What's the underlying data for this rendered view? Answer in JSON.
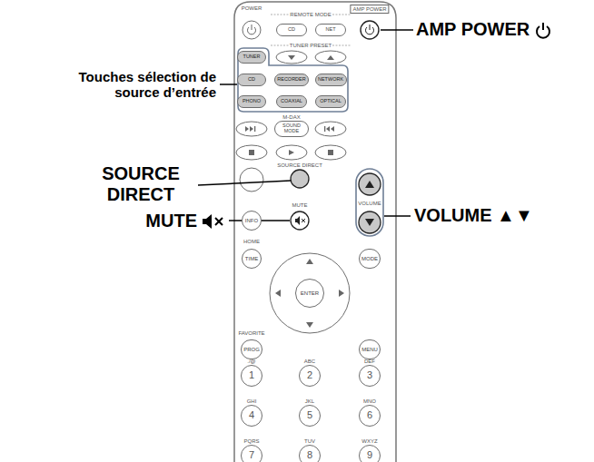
{
  "diagram": {
    "nodes": [
      {
        "text": [
          "CD"
        ]
      },
      {
        "text": [
          "NET"
        ]
      },
      {
        "text": [
          "TUNER"
        ]
      },
      {
        "text": [
          "CD"
        ]
      },
      {
        "text": [
          "RECORDER"
        ]
      },
      {
        "text": [
          "NETWORK"
        ]
      },
      {
        "text": [
          "PHONO"
        ]
      },
      {
        "text": [
          "COAXIAL"
        ]
      },
      {
        "text": [
          "OPTICAL"
        ]
      },
      {
        "text": [
          "SOUND MODE"
        ]
      },
      {
        "text": [
          "INFO"
        ]
      },
      {
        "text": [
          "TIME"
        ]
      },
      {
        "text": [
          "MODE"
        ]
      },
      {
        "text": [
          "ENTER"
        ]
      },
      {
        "text": [
          "PROG"
        ]
      },
      {
        "text": [
          "MENU"
        ]
      },
      {
        "text": [
          "1"
        ]
      },
      {
        "text": [
          "2"
        ]
      },
      {
        "text": [
          "3"
        ]
      },
      {
        "text": [
          "4"
        ]
      },
      {
        "text": [
          "5"
        ]
      },
      {
        "text": [
          "6"
        ]
      },
      {
        "text": [
          "7"
        ]
      },
      {
        "text": [
          "8"
        ]
      },
      {
        "text": [
          "9"
        ]
      }
    ],
    "labels": [
      "AMP POWER",
      "Touches sélection de source d’entrée",
      "SOURCE DIRECT",
      "MUTE",
      "VOLUME ▲▼",
      "POWER",
      "REMOTE MODE",
      "AMP POWER",
      "TUNER PRESET",
      "M-DAX",
      "SOURCE DIRECT",
      "VOLUME",
      "MUTE",
      "HOME",
      "FAVORITE",
      "./@",
      "ABC",
      "DEF",
      "GHI",
      "JKL",
      "MNO",
      "PQRS",
      "TUV",
      "WXYZ"
    ]
  }
}
